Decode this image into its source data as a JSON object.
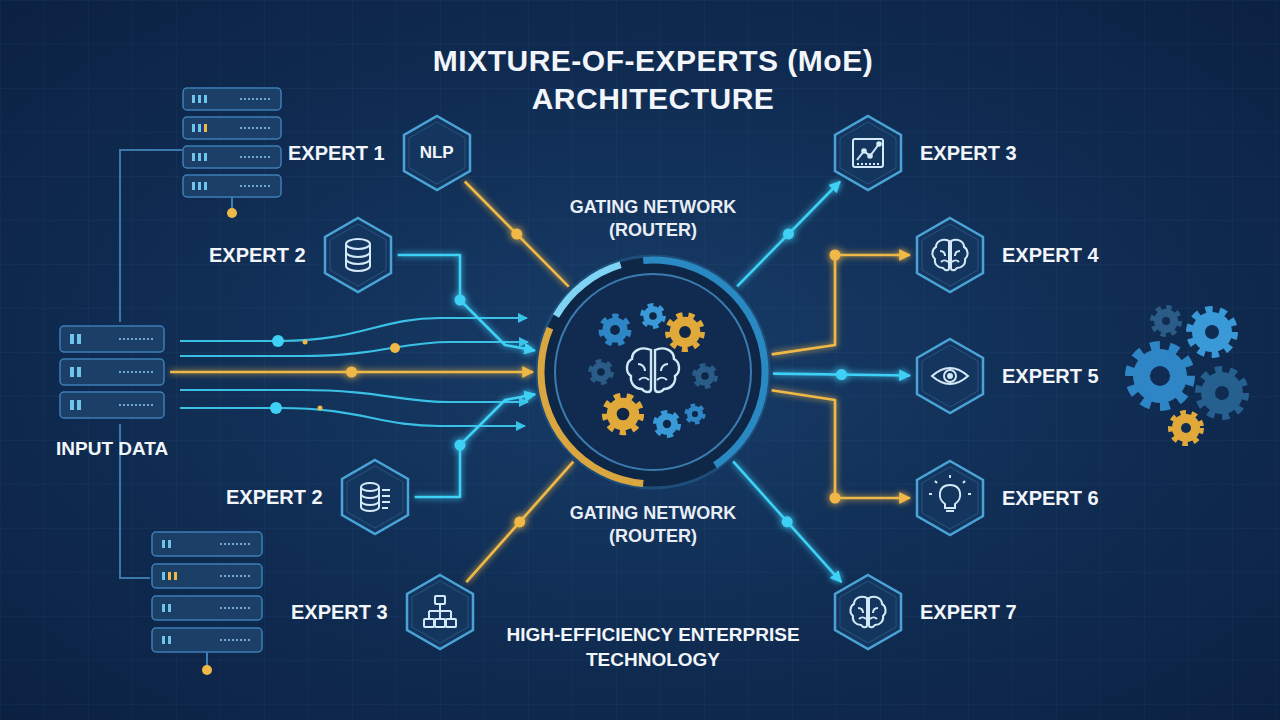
{
  "diagram": {
    "title": "MIXTURE-OF-EXPERTS (MoE) ARCHITECTURE",
    "caption": "HIGH-EFFICIENCY ENTERPRISE TECHNOLOGY",
    "nodes": [
      {
        "text": [
          "EXPERT 1",
          "NLP"
        ]
      },
      {
        "text": [
          "EXPERT 3"
        ]
      },
      {
        "text": [
          "GATING NETWORK (ROUTER)",
          "GATING NETWORK (ROUTER)"
        ]
      },
      {
        "text": [
          "EXPERT 2"
        ]
      },
      {
        "text": [
          "EXPERT 4"
        ]
      },
      {
        "text": [
          "INPUT DATA"
        ]
      },
      {
        "text": [
          "EXPERT 5"
        ]
      },
      {
        "text": [
          "EXPERT 2"
        ]
      },
      {
        "text": [
          "EXPERT 6"
        ]
      },
      {
        "text": [
          "EXPERT 3"
        ]
      },
      {
        "text": [
          "EXPERT 7"
        ]
      }
    ],
    "edges": [
      {
        "from": 0,
        "to": 2,
        "arrow": "none"
      },
      {
        "from": 3,
        "to": 2,
        "arrow": "to"
      },
      {
        "from": 5,
        "to": 2,
        "arrow": "to"
      },
      {
        "from": 7,
        "to": 2,
        "arrow": "to"
      },
      {
        "from": 9,
        "to": 2,
        "arrow": "none"
      },
      {
        "from": 2,
        "to": 1,
        "arrow": "to"
      },
      {
        "from": 2,
        "to": 4,
        "arrow": "to"
      },
      {
        "from": 2,
        "to": 6,
        "arrow": "to"
      },
      {
        "from": 2,
        "to": 8,
        "arrow": "to"
      },
      {
        "from": 2,
        "to": 10,
        "arrow": "to"
      }
    ]
  }
}
